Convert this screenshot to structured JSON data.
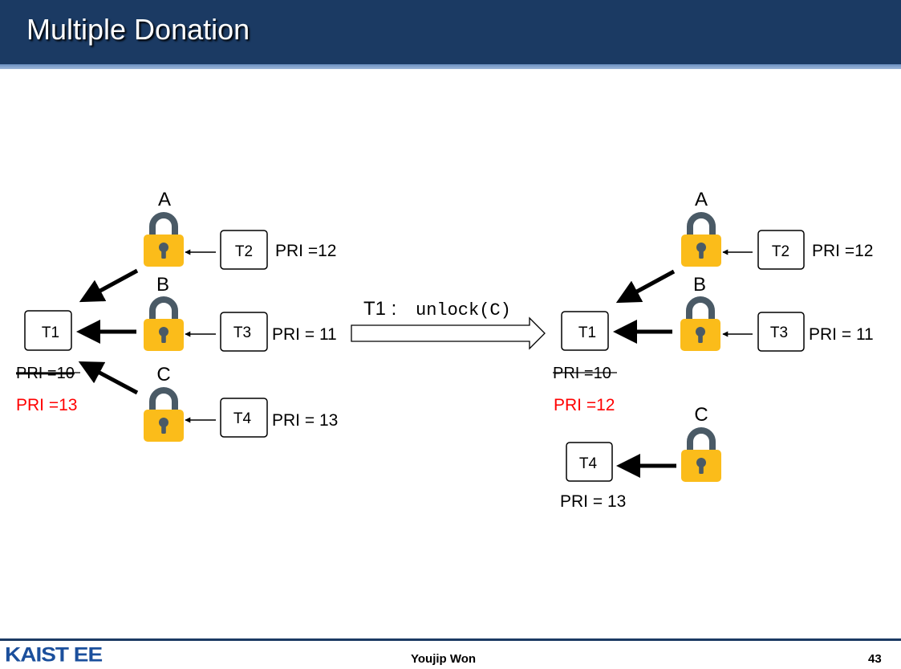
{
  "title": "Multiple Donation",
  "colors": {
    "header": "#1b3a63",
    "lock_body": "#fbbc1a",
    "lock_shackle": "#4a5a66",
    "highlight": "#ff0000"
  },
  "icons": {
    "lock": "lock-icon"
  },
  "before": {
    "locks": {
      "a": "A",
      "b": "B",
      "c": "C"
    },
    "threads": {
      "t1": "T1",
      "t2": "T2",
      "t3": "T3",
      "t4": "T4"
    },
    "priorities": {
      "t2": "PRI =12",
      "t3": "PRI = 11",
      "t4": "PRI = 13",
      "t1_original": "PRI =10",
      "t1_donated": "PRI =13"
    }
  },
  "transition": {
    "thread": "T1 :",
    "call": "unlock(C)"
  },
  "after": {
    "locks": {
      "a": "A",
      "b": "B",
      "c": "C"
    },
    "threads": {
      "t1": "T1",
      "t2": "T2",
      "t3": "T3",
      "t4": "T4"
    },
    "priorities": {
      "t2": "PRI =12",
      "t3": "PRI = 11",
      "t4": "PRI = 13",
      "t1_original": "PRI =10",
      "t1_donated": "PRI =12"
    }
  },
  "footer": {
    "logo": "KAIST EE",
    "author": "Youjip Won",
    "page": "43"
  }
}
